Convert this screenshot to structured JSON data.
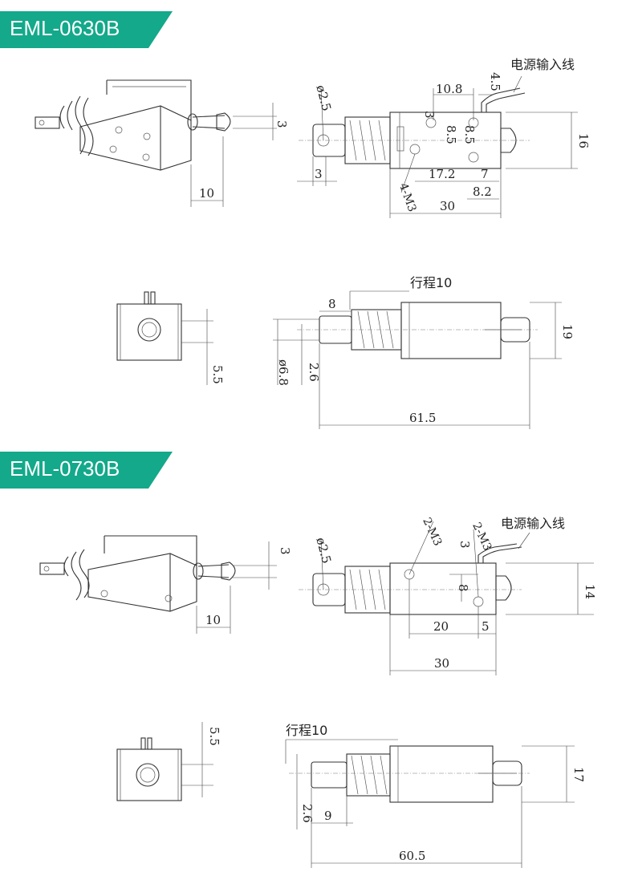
{
  "colors": {
    "banner": "#13a98a",
    "line": "#333333"
  },
  "models": [
    {
      "name": "EML-0630B",
      "lead_label": "电源输入线",
      "stroke_label": "行程10",
      "dims": {
        "iso_3": "3",
        "iso_10": "10",
        "phi_pin": "ø2.5",
        "d_4_5": "4.5",
        "d_10_8": "10.8",
        "d_3_top": "3",
        "d_8_5a": "8.5",
        "d_8_5b": "8.5",
        "d_16": "16",
        "d_3_bottom": "3",
        "thread": "4-M3",
        "d_17_2": "17.2",
        "d_7": "7",
        "d_8_2": "8.2",
        "d_30": "30",
        "end_5_5": "5.5",
        "side_8": "8",
        "side_phi": "ø6.8",
        "side_2_6": "2.6",
        "side_19": "19",
        "side_61_5": "61.5"
      }
    },
    {
      "name": "EML-0730B",
      "lead_label": "电源输入线",
      "stroke_label": "行程10",
      "dims": {
        "iso_3": "3",
        "iso_10": "10",
        "phi_pin": "ø2.5",
        "thread_a": "2-M3",
        "thread_b": "2-M3",
        "d_3": "3",
        "d_8": "8",
        "d_14": "14",
        "d_20": "20",
        "d_5": "5",
        "d_30": "30",
        "end_5_5": "5.5",
        "side_2_6": "2.6",
        "side_9": "9",
        "side_17": "17",
        "side_60_5": "60.5"
      }
    }
  ]
}
